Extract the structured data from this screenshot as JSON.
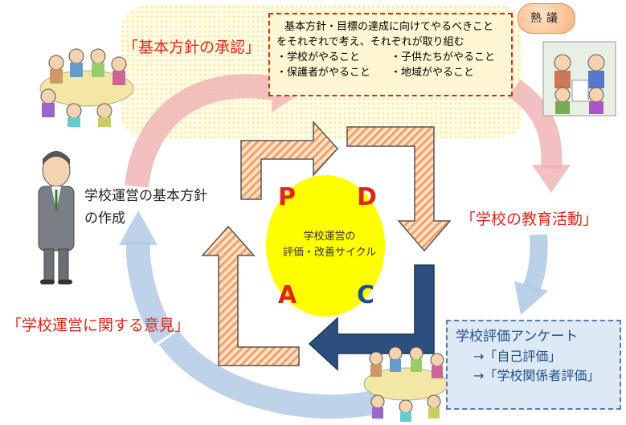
{
  "labels": {
    "approval": "「基本方針の承認」",
    "education": "「学校の教育活動」",
    "opinion": "「学校運営に関する意見」"
  },
  "top_box": {
    "line1": "基本方針・目標の達成に向けてやるべきこと",
    "line2": "をそれぞれで考え、それぞれが取り組む",
    "items": [
      "・学校がやること",
      "・子供たちがやること",
      "・保護者がやること",
      "・地域がやること"
    ]
  },
  "jukugi": "熟議",
  "principal": {
    "line1": "学校運営の基本方針",
    "line2": "の作成"
  },
  "center": {
    "line1": "学校運営の",
    "line2": "評価・改善サイクル"
  },
  "pdca": {
    "p": "P",
    "d": "D",
    "c": "C",
    "a": "A",
    "colors": {
      "p": "#e0261b",
      "d": "#e0261b",
      "a": "#e0261b",
      "c": "#1f4e8c"
    }
  },
  "evaluation": {
    "title": "学校評価アンケート",
    "items": [
      "→「自己評価」",
      "→「学校関係者評価」"
    ]
  }
}
